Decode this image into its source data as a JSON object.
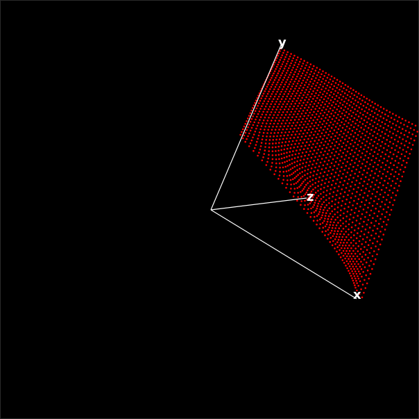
{
  "scene": {
    "background_color": "#000000",
    "axis_color": "#ffffff",
    "point_color": "#ff0000",
    "axes": [
      {
        "name": "x",
        "label": "x"
      },
      {
        "name": "y",
        "label": "y"
      },
      {
        "name": "z",
        "label": "z"
      }
    ]
  }
}
